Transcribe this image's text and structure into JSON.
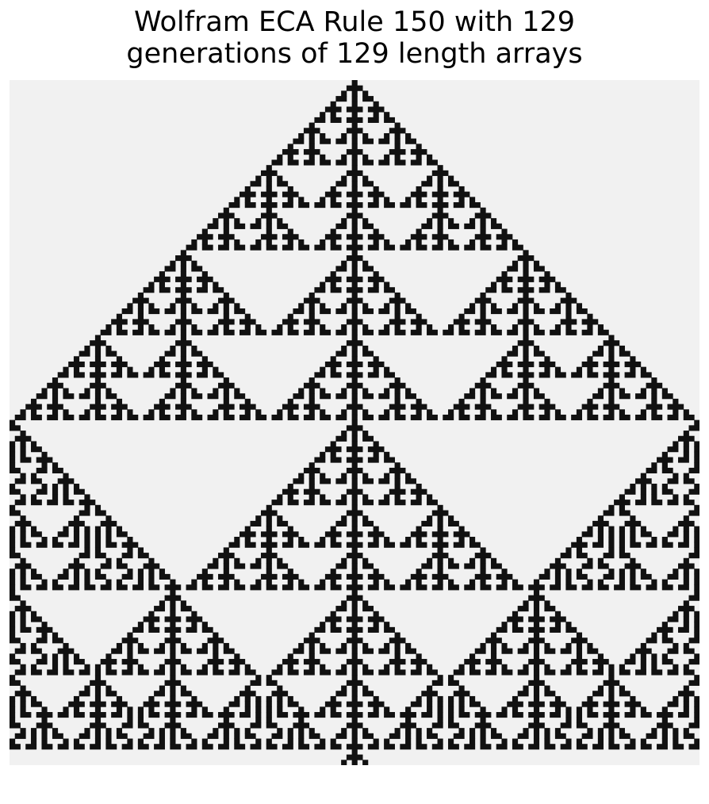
{
  "title_lines": [
    "Wolfram ECA Rule 150 with 129",
    "generations of 129 length arrays"
  ],
  "colors": {
    "background": "#f1f1f1",
    "cell_on": "#111111"
  },
  "chart_data": {
    "type": "heatmap",
    "title": "Wolfram ECA Rule 150 with 129 generations of 129 length arrays",
    "rule": 150,
    "generations": 129,
    "width": 129,
    "initial_state": "single live cell in the center column",
    "boundary": "cells outside the array are dead",
    "values": "binary grid produced by rule 150",
    "xlabel": "",
    "ylabel": "",
    "axes_visible": false,
    "grid": false
  }
}
